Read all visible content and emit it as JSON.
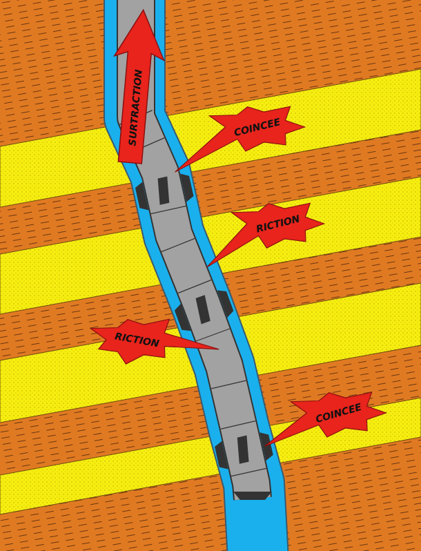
{
  "diagram": {
    "nodes": [
      {
        "text": [
          "SURTRACTION"
        ]
      },
      {
        "text": [
          "COINCEE"
        ]
      },
      {
        "text": [
          "RICTION"
        ]
      },
      {
        "text": [
          "RICTION"
        ]
      },
      {
        "text": [
          "COINCEE"
        ]
      }
    ]
  }
}
